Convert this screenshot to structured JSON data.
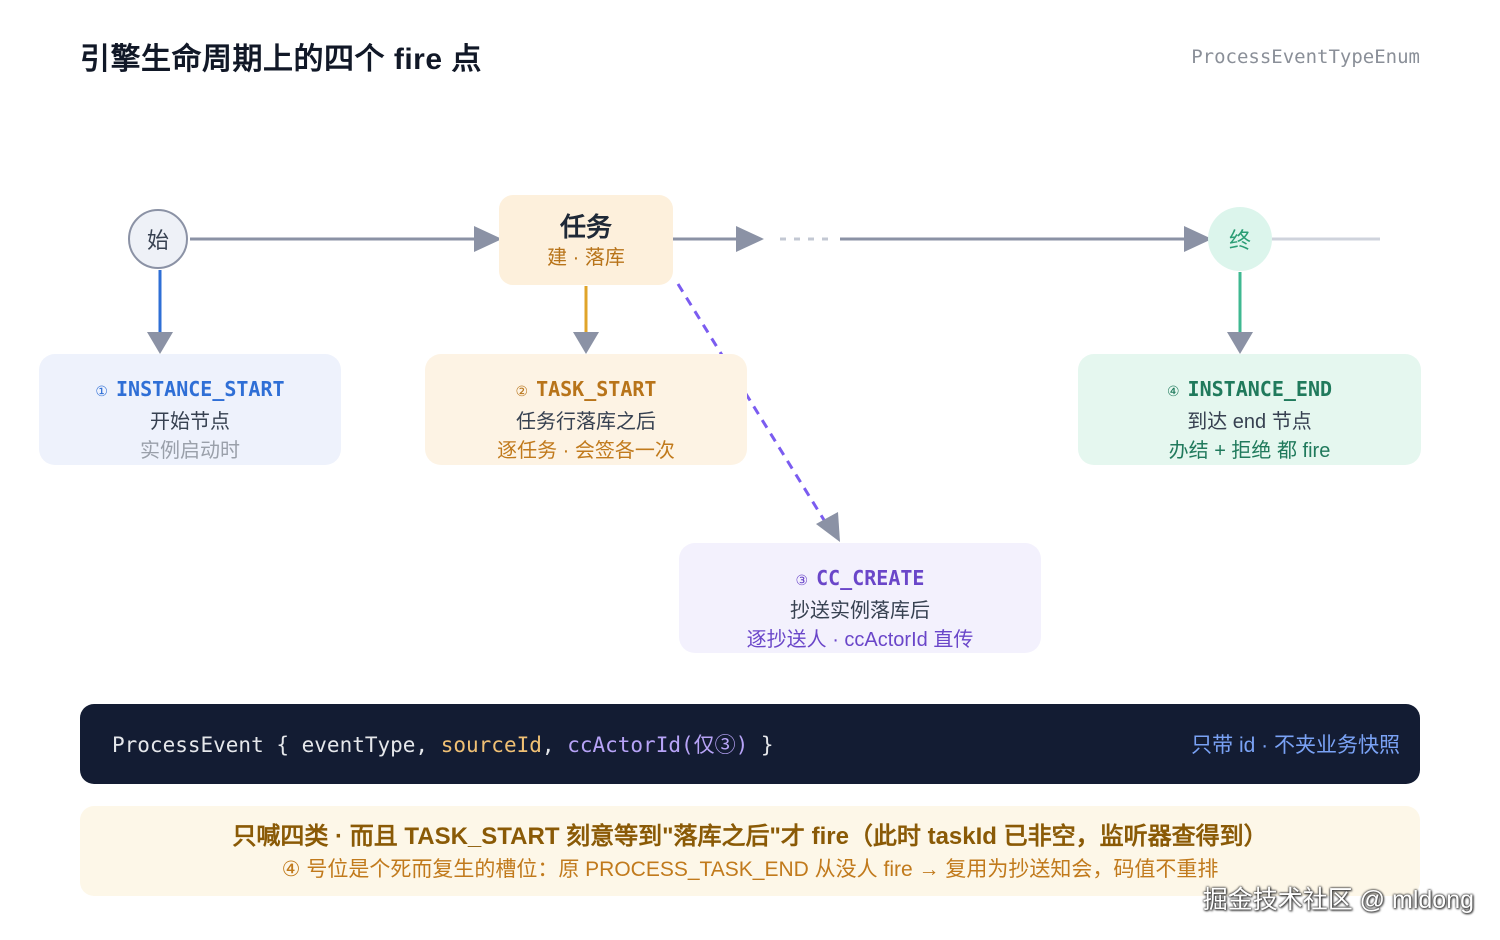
{
  "title": "引擎生命周期上的四个 fire 点",
  "enum_tag": "ProcessEventTypeEnum",
  "nodes": {
    "start": "始",
    "end": "终",
    "task_title": "任务",
    "task_sub": "建 · 落库"
  },
  "cards": [
    {
      "num": "①",
      "name": "INSTANCE_START",
      "line2": "开始节点",
      "line3": "实例启动时"
    },
    {
      "num": "②",
      "name": "TASK_START",
      "line2": "任务行落库之后",
      "line3": "逐任务 · 会签各一次"
    },
    {
      "num": "③",
      "name": "CC_CREATE",
      "line2": "抄送实例落库后",
      "line3": "逐抄送人 · ccActorId 直传"
    },
    {
      "num": "④",
      "name": "INSTANCE_END",
      "line2": "到达 end 节点",
      "line3": "办结 + 拒绝 都 fire"
    }
  ],
  "code": {
    "prefix": "ProcessEvent { eventType, ",
    "source": "sourceId",
    "sep": ", ",
    "cc": "ccActorId(仅③)",
    "suffix": " }",
    "note": "只带 id · 不夹业务快照"
  },
  "note": {
    "line1": "只喊四类 · 而且 TASK_START 刻意等到\"落库之后\"才 fire（此时 taskId 已非空，监听器查得到）",
    "line2": "④ 号位是个死而复生的槽位：原 PROCESS_TASK_END 从没人 fire → 复用为抄送知会，码值不重排"
  },
  "watermark": "掘金技术社区 @ mldong",
  "colors": {
    "blue": "#2f6fd6",
    "orange": "#e0a42a",
    "purple": "#7b5cf0",
    "green": "#3fb891",
    "gray": "#8b92a5"
  }
}
